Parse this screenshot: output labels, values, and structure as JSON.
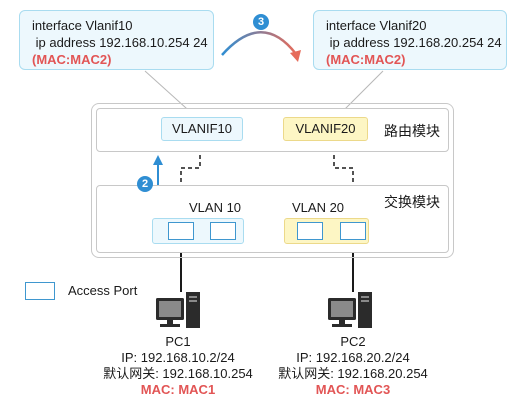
{
  "callout_left": {
    "line1": "interface Vlanif10",
    "line2": " ip address 192.168.10.254 24",
    "mac": "(MAC:MAC2)"
  },
  "callout_right": {
    "line1": "interface Vlanif20",
    "line2": " ip address 192.168.20.254 24",
    "mac": "(MAC:MAC2)"
  },
  "routing_module": {
    "label": "路由模块",
    "vlanif10": "VLANIF10",
    "vlanif20": "VLANIF20"
  },
  "switching_module": {
    "label": "交换模块",
    "vlan10": "VLAN 10",
    "vlan20": "VLAN 20"
  },
  "steps": {
    "step2": "2",
    "step3": "3"
  },
  "legend": {
    "label": "Access Port"
  },
  "pc1": {
    "name": "PC1",
    "ip": "IP: 192.168.10.2/24",
    "gateway": "默认网关: 192.168.10.254",
    "mac": "MAC: MAC1"
  },
  "pc2": {
    "name": "PC2",
    "ip": "IP: 192.168.20.2/24",
    "gateway": "默认网关: 192.168.20.254",
    "mac": "MAC: MAC3"
  },
  "colors": {
    "accent_blue": "#2f8ed3",
    "mac_red": "#e25555",
    "vlan10_fill": "#edf8fd",
    "vlan20_fill": "#fdf6c4"
  },
  "icons": {
    "computer": "computer-icon",
    "arrow_up": "arrow-up-icon",
    "arrow_curved": "curved-arrow-icon"
  }
}
